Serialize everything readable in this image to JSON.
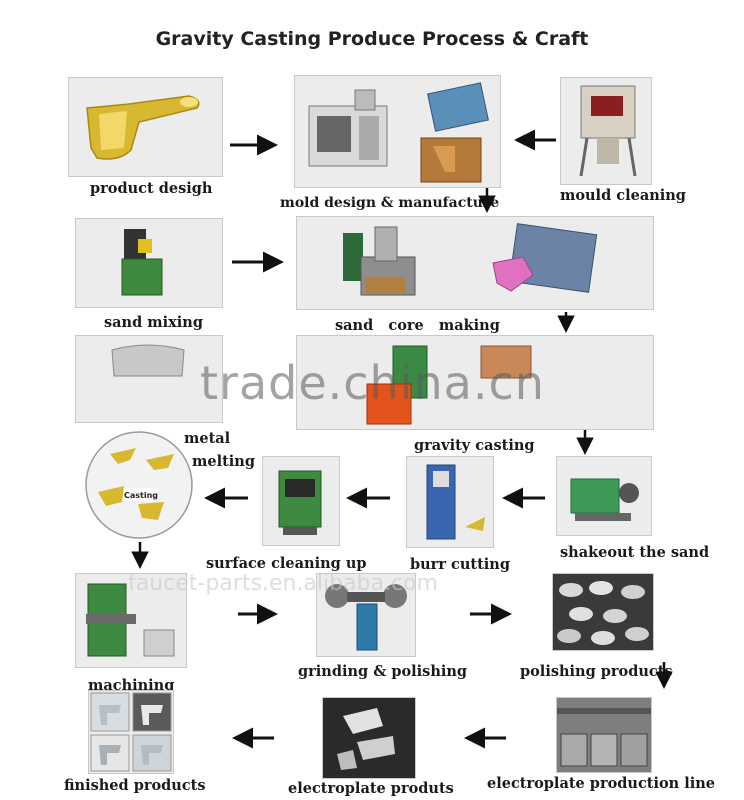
{
  "title": "Gravity Casting Produce Process & Craft",
  "steps": [
    {
      "label": "product desigh"
    },
    {
      "label": "mold design & manufacture"
    },
    {
      "label": "mould cleaning"
    },
    {
      "label": "sand mixing"
    },
    {
      "label": "sand   core   making"
    },
    {
      "label": "metal"
    },
    {
      "label": "melting"
    },
    {
      "label": "gravity casting"
    },
    {
      "label": "shakeout the sand"
    },
    {
      "label": "burr cutting"
    },
    {
      "label": "surface cleaning up"
    },
    {
      "label": "machining"
    },
    {
      "label": "grinding & polishing"
    },
    {
      "label": "polishing products"
    },
    {
      "label": "electroplate production line"
    },
    {
      "label": "electroplate produts"
    },
    {
      "label": "finished products"
    }
  ],
  "casting_badge": "Casting",
  "watermarks": {
    "main": "trade.china.cn",
    "secondary": "faucet-parts.en.alibaba.com"
  },
  "colors": {
    "panel": "#ececec",
    "arrow": "#111111",
    "gold": "#d8b830",
    "machine_green": "#4a8a3a",
    "machine_blue": "#3a66b0"
  }
}
